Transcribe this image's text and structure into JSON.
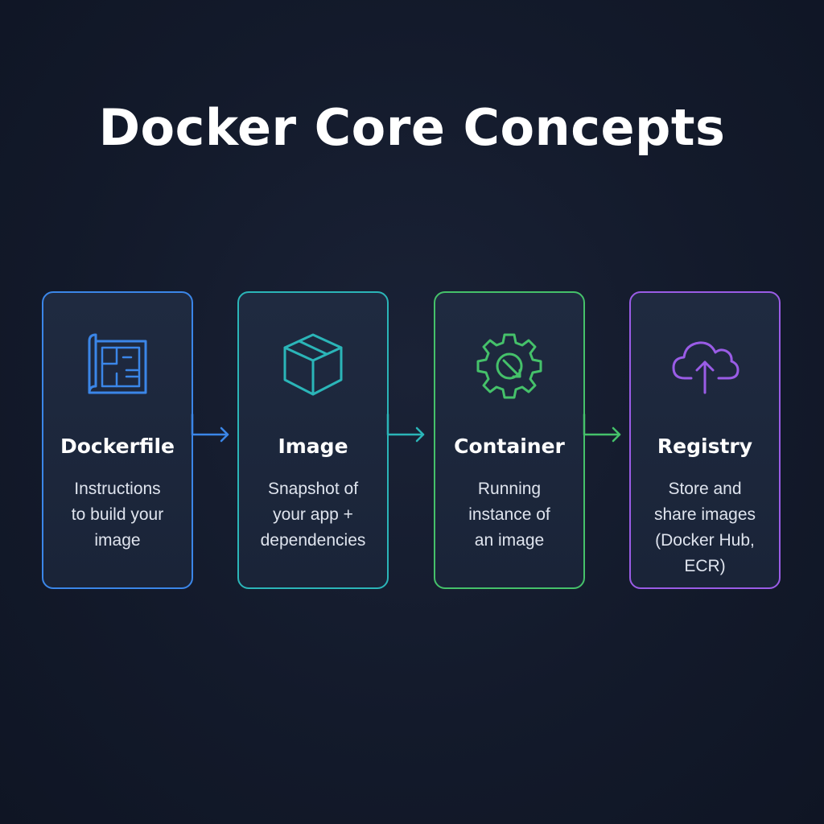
{
  "title": "Docker Core Concepts",
  "colors": {
    "background": "#131a2b",
    "dockerfile": "#3b86e8",
    "image": "#2bb5b8",
    "container": "#45c16a",
    "registry": "#9a5ce6"
  },
  "cards": [
    {
      "name": "dockerfile",
      "icon": "blueprint-icon",
      "title": "Dockerfile",
      "desc_lines": [
        "Instructions",
        "to build your",
        "image"
      ]
    },
    {
      "name": "image",
      "icon": "box-icon",
      "title": "Image",
      "desc_lines": [
        "Snapshot of",
        "your app +",
        "dependencies"
      ]
    },
    {
      "name": "container",
      "icon": "gear-icon",
      "title": "Container",
      "desc_lines": [
        "Running",
        "instance of",
        "an image"
      ]
    },
    {
      "name": "registry",
      "icon": "cloud-upload-icon",
      "title": "Registry",
      "desc_lines": [
        "Store and",
        "share images",
        "(Docker Hub,",
        "ECR)"
      ]
    }
  ]
}
